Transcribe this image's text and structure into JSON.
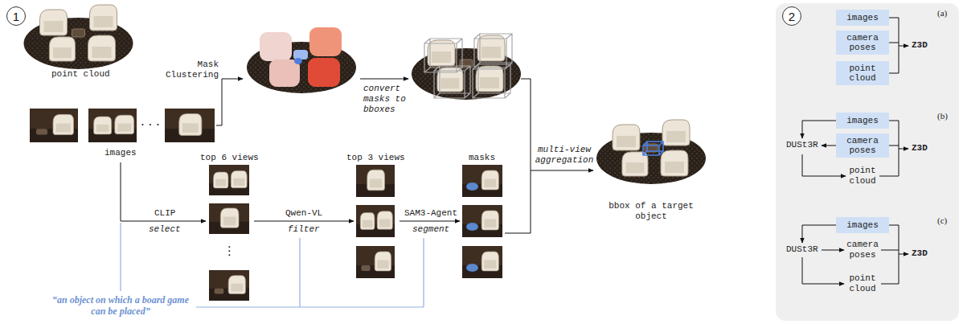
{
  "diagram": {
    "nodes": [
      {
        "text": [
          "1"
        ]
      },
      {
        "text": [
          "2"
        ]
      },
      {
        "text": [
          "images"
        ]
      },
      {
        "text": [
          "camera poses"
        ]
      },
      {
        "text": [
          "point cloud"
        ]
      },
      {
        "text": [
          "images"
        ]
      },
      {
        "text": [
          "camera poses"
        ]
      },
      {
        "text": [
          "images"
        ]
      }
    ],
    "labels": [
      "point cloud",
      "Mask Clustering",
      "images",
      "· · ·",
      "convert masks to bboxes",
      "multi-view aggregation",
      "bbox of a target object",
      "top 6 views",
      "top 3 views",
      "masks",
      "CLIP",
      "select",
      "Qwen-VL",
      "filter",
      "SAM3-Agent",
      "segment",
      "⋮",
      "“an object on which a board game can be placed”",
      "(a)",
      "Z3D",
      "(b)",
      "DUSt3R",
      "point cloud",
      "Z3D",
      "(c)",
      "DUSt3R",
      "camera poses",
      "point cloud",
      "Z3D"
    ]
  }
}
